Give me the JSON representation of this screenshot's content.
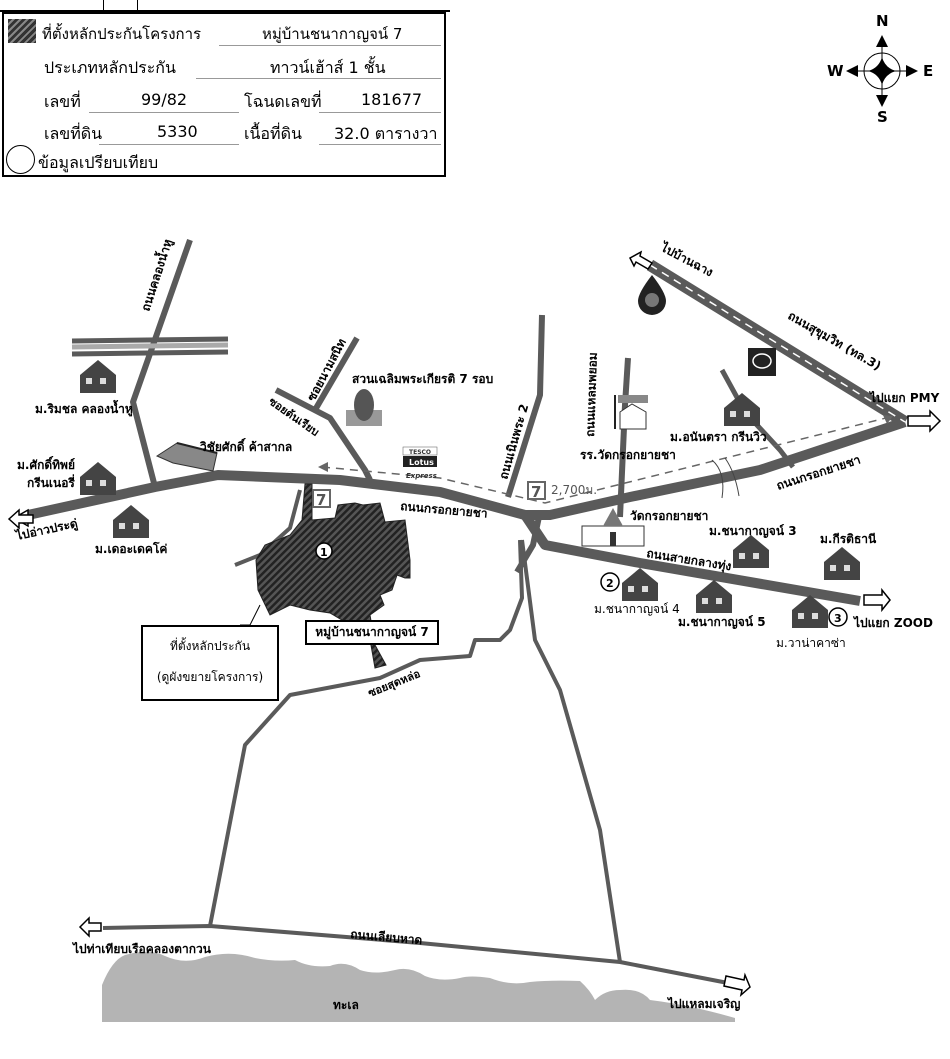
{
  "legend": {
    "project_location_label": "ที่ตั้งหลักประกันโครงการ",
    "project_location_value": "หมู่บ้านชนากาญจน์ 7",
    "collateral_type_label": "ประเภทหลักประกัน",
    "collateral_type_value": "ทาวน์เฮ้าส์ 1 ชั้น",
    "number_label": "เลขที่",
    "number_value": "99/82",
    "deed_label": "โฉนดเลขที่",
    "deed_value": "181677",
    "land_no_label": "เลขที่ดิน",
    "land_no_value": "5330",
    "area_label": "เนื้อที่ดิน",
    "area_value": "32.0 ตารางวา",
    "comparison_label": "ข้อมูลเปรียบเทียบ",
    "hatch_icon": "hatched-square-icon",
    "circle_icon": "circle-icon"
  },
  "compass": {
    "n": "N",
    "s": "S",
    "e": "E",
    "w": "W"
  },
  "roads": {
    "khlong_namhu": "ถนนคลองน้ำหู",
    "soi_nammalthip": "ซอยนามสนิท",
    "soi_tonriab": "ซอยต้นเรียบ",
    "noen_phra2": "ถนนเนินพระ 2",
    "laem_phayom": "ถนนแหลมพยอม",
    "sukhumvit": "ถนนสุขุมวิท (ทล.3)",
    "krok_yaisa_w": "ถนนกรอกยายชา",
    "krok_yaisa_e": "ถนนกรอกยายชา",
    "sai_klang_thung": "ถนนสายกลางทุ่ง",
    "soi_sut_lo": "ซอยสุดหล่อ",
    "liap_hat": "ถนนเลียบหาด"
  },
  "directions": {
    "ao_pradu": "ไปอ่าวประดู่",
    "ban_chang": "ไปบ้านฉาง",
    "pmy": "ไปแยก PMY",
    "zood": "ไปแยก ZOOD",
    "khlong_takuan": "ไปท่าเทียบเรือคลองตากวน",
    "laem_charoen": "ไปแหลมเจริญ"
  },
  "places": {
    "rimchon": "ม.ริมชล คลองน้ำหู",
    "sakthip_1": "ม.ศักดิ์ทิพย์",
    "sakthip_2": "กรีนเนอรี่",
    "the_deco": "ม.เดอะเดคโค่",
    "wichaisak": "วิชัยศักดิ์ ค้าสากล",
    "park": "สวนเฉลิมพระเกียรติ 7 รอบ",
    "tesco_1": "TESCO",
    "tesco_2": "Lotus",
    "tesco_3": "Express",
    "school": "รร.วัดกรอกยายชา",
    "ananthra": "ม.อนันตรา กรีนวิว",
    "temple": "วัดกรอกยายชา",
    "chana3": "ม.ชนากาญจน์ 3",
    "kirati": "ม.กีรติธานี",
    "chana4": "ม.ชนากาญจน์ 4",
    "chana5": "ม.ชนากาญจน์ 5",
    "wana": "ม.วาน่าคาซ่า",
    "distance": "2,700ม.",
    "sea": "ทะเล",
    "seven_1": "7",
    "seven_2": "7"
  },
  "markers": {
    "m1": "1",
    "m2": "2",
    "m3": "3"
  },
  "callouts": {
    "collateral_1": "ที่ตั้งหลักประกัน",
    "collateral_2": "(ดูผังขยายโครงการ)",
    "village": "หมู่บ้านชนากาญจน์ 7"
  },
  "colors": {
    "road": "#5a5a5a",
    "sea": "#b4b4b4",
    "hatch": "#2e2e2e"
  }
}
